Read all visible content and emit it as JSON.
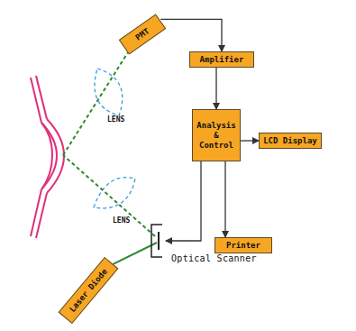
{
  "diagram": {
    "nodes": [
      {
        "text": [
          "PMT"
        ]
      },
      {
        "text": [
          "Amplifier"
        ]
      },
      {
        "text": [
          "Analysis & Control"
        ]
      },
      {
        "text": [
          "LCD Display"
        ]
      },
      {
        "text": [
          "Optical Scanner"
        ]
      },
      {
        "text": [
          "Printer"
        ]
      },
      {
        "text": [
          "Laser Diode"
        ]
      }
    ],
    "edges": [
      {
        "from": 0,
        "to": 1,
        "arrow": "to"
      },
      {
        "from": 1,
        "to": 2,
        "arrow": "to"
      },
      {
        "from": 2,
        "to": 3,
        "arrow": "to"
      },
      {
        "from": 2,
        "to": 5,
        "arrow": "to"
      },
      {
        "from": 2,
        "to": 4,
        "arrow": "to"
      },
      {
        "from": 6,
        "to": 4,
        "arrow": "none"
      }
    ],
    "labels": [
      "LENS",
      "LENS"
    ]
  }
}
